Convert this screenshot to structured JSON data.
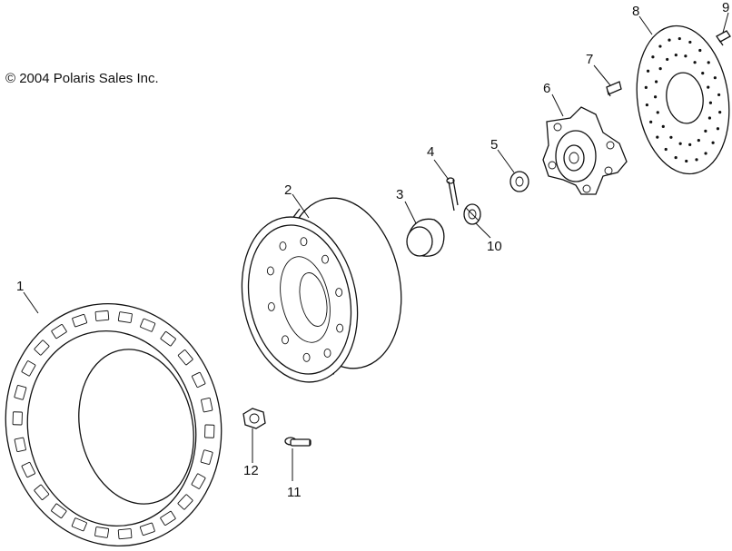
{
  "copyright": "© 2004 Polaris Sales Inc.",
  "callouts": {
    "c1": "1",
    "c2": "2",
    "c3": "3",
    "c4": "4",
    "c5": "5",
    "c6": "6",
    "c7": "7",
    "c8": "8",
    "c9": "9",
    "c10": "10",
    "c11": "11",
    "c12": "12"
  }
}
